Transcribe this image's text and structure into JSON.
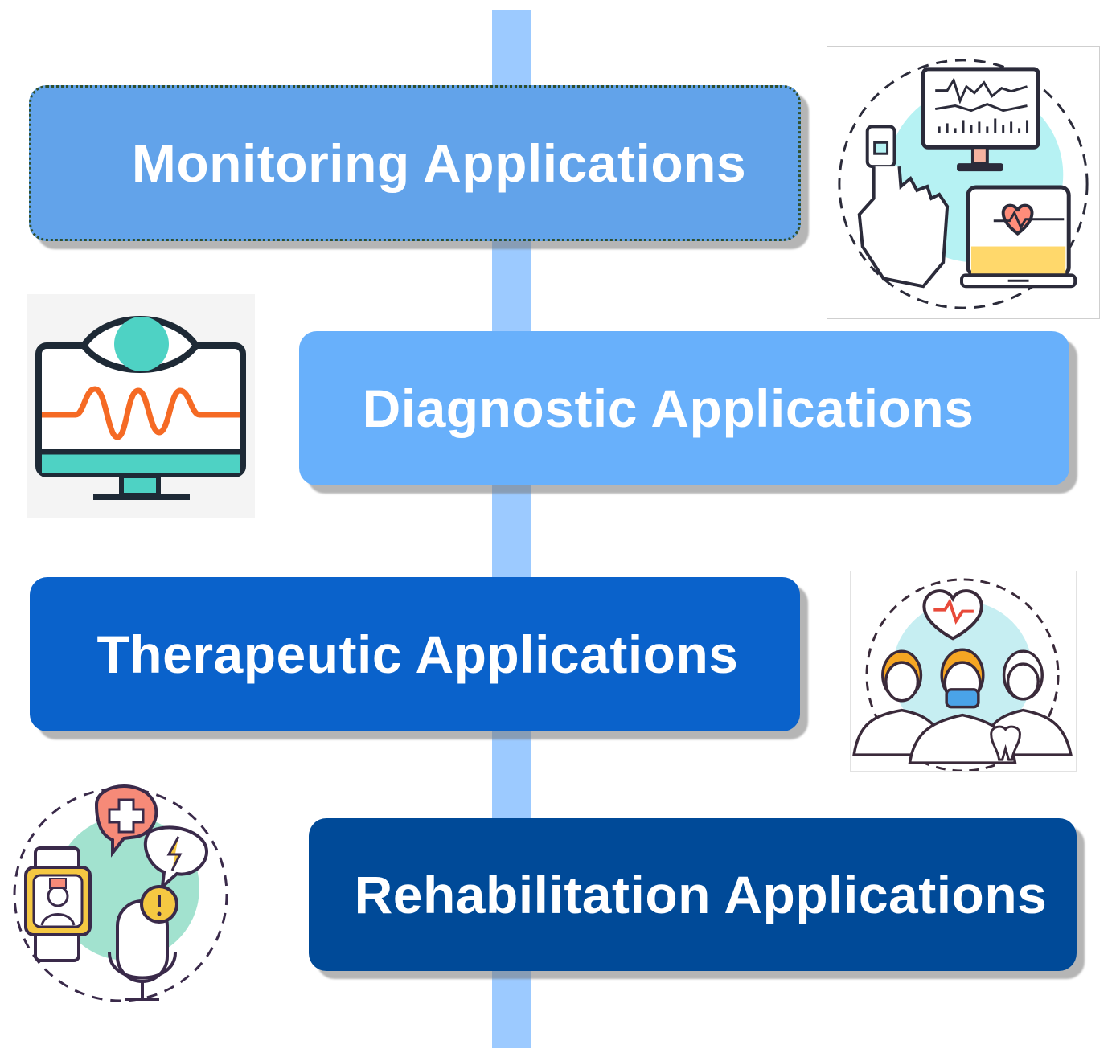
{
  "stages": [
    {
      "label": "Monitoring Applications",
      "color": "#62a3ea",
      "icon": "patient-monitor-icon"
    },
    {
      "label": "Diagnostic Applications",
      "color": "#68b0fb",
      "icon": "eye-monitor-icon"
    },
    {
      "label": "Therapeutic Applications",
      "color": "#0a62cb",
      "icon": "medical-team-icon"
    },
    {
      "label": "Rehabilitation Applications",
      "color": "#004a98",
      "icon": "smartwatch-voice-icon"
    }
  ],
  "spine_color": "#9ccaff"
}
